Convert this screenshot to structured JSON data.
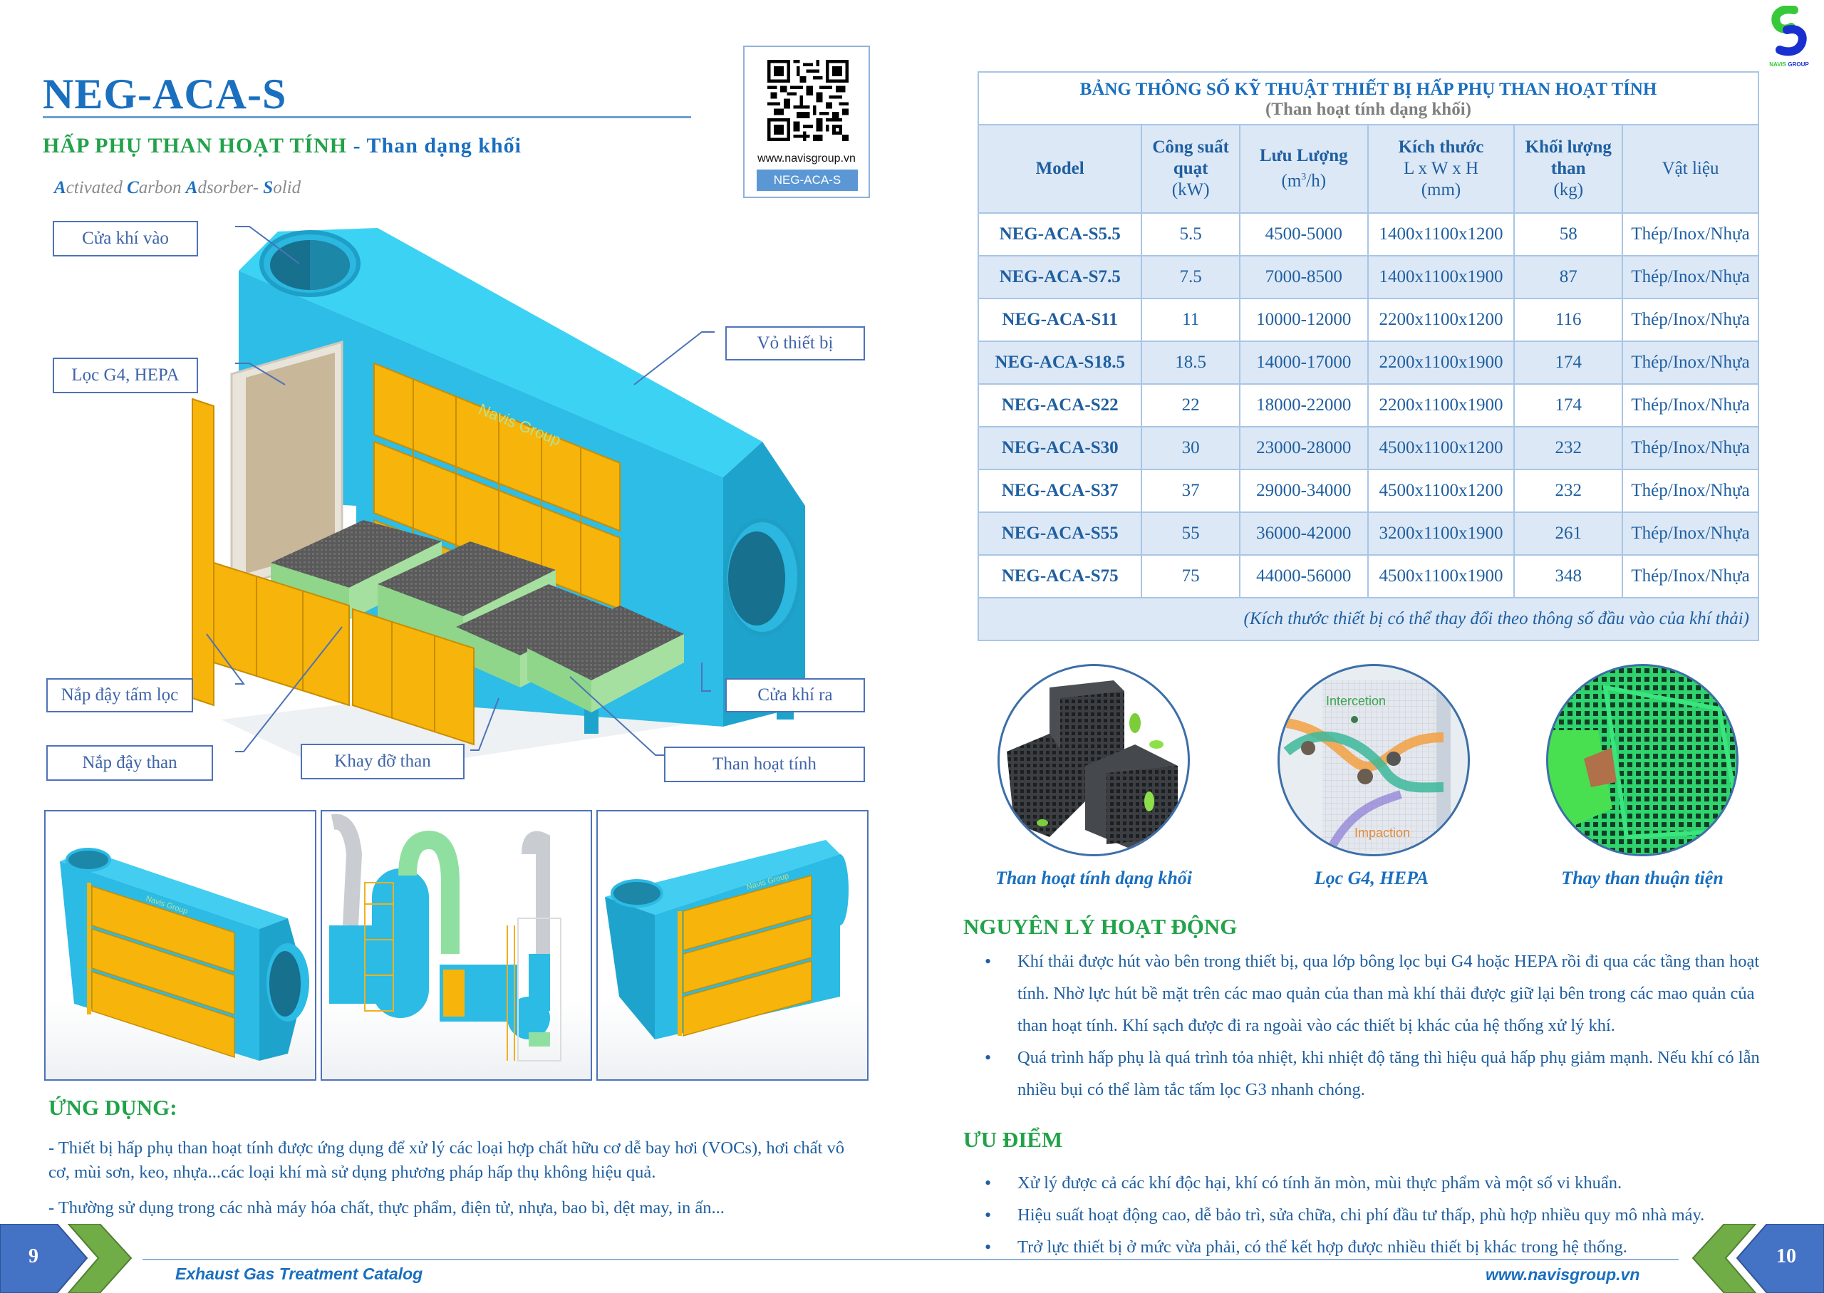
{
  "header": {
    "title": "NEG-ACA-S",
    "subtitle_green": "HẤP PHỤ THAN HOẠT TÍNH",
    "subtitle_sep": " - ",
    "subtitle_blue": "Than dạng khối",
    "english_name": [
      {
        "cap": "A",
        "rest": "ctivated "
      },
      {
        "cap": "C",
        "rest": "arbon "
      },
      {
        "cap": "A",
        "rest": "dsorber- "
      },
      {
        "cap": "S",
        "rest": "olid"
      }
    ]
  },
  "qr": {
    "url": "www.navisgroup.vn",
    "tag": "NEG-ACA-S"
  },
  "logo": {
    "word1": "NAVIS",
    "word2": "GROUP",
    "colors": {
      "green": "#37c93a",
      "blue": "#1a2fd0"
    }
  },
  "diagram": {
    "brand_text": "Navis Group",
    "callouts": {
      "inlet": "Cửa khí vào",
      "filter": "Lọc G4, HEPA",
      "housing": "Vỏ thiết bị",
      "filter_cover": "Nắp đậy tấm lọc",
      "outlet": "Cửa khí ra",
      "carbon_cover": "Nắp đậy than",
      "carbon_tray": "Khay đỡ than",
      "carbon": "Than hoạt tính"
    },
    "colors": {
      "body": "#33c3e8",
      "body_dark": "#1ea4cc",
      "panel": "#f7b40a",
      "tray": "#8fd68a",
      "carbon": "#5d5d5d",
      "callout_border": "#4e72b8"
    }
  },
  "spec_table": {
    "title": "BẢNG THÔNG SỐ KỸ THUẬT THIẾT BỊ HẤP PHỤ THAN HOẠT TÍNH",
    "subtitle": "(Than hoạt tính dạng khối)",
    "headers": {
      "model": "Model",
      "power_1": "Công suất",
      "power_2": "quạt",
      "power_unit": "(kW)",
      "flow_1": "Lưu Lượng",
      "flow_unit_pre": "(m",
      "flow_unit_sup": "3",
      "flow_unit_post": "/h)",
      "size_1": "Kích thước",
      "size_2": "L x W x H",
      "size_unit": "(mm)",
      "mass_1": "Khối lượng",
      "mass_2": "than",
      "mass_unit": "(kg)",
      "material": "Vật liệu"
    },
    "rows": [
      {
        "model": "NEG-ACA-S5.5",
        "power": "5.5",
        "flow": "4500-5000",
        "size": "1400x1100x1200",
        "mass": "58",
        "material": "Thép/Inox/Nhựa"
      },
      {
        "model": "NEG-ACA-S7.5",
        "power": "7.5",
        "flow": "7000-8500",
        "size": "1400x1100x1900",
        "mass": "87",
        "material": "Thép/Inox/Nhựa"
      },
      {
        "model": "NEG-ACA-S11",
        "power": "11",
        "flow": "10000-12000",
        "size": "2200x1100x1200",
        "mass": "116",
        "material": "Thép/Inox/Nhựa"
      },
      {
        "model": "NEG-ACA-S18.5",
        "power": "18.5",
        "flow": "14000-17000",
        "size": "2200x1100x1900",
        "mass": "174",
        "material": "Thép/Inox/Nhựa"
      },
      {
        "model": "NEG-ACA-S22",
        "power": "22",
        "flow": "18000-22000",
        "size": "2200x1100x1900",
        "mass": "174",
        "material": "Thép/Inox/Nhựa"
      },
      {
        "model": "NEG-ACA-S30",
        "power": "30",
        "flow": "23000-28000",
        "size": "4500x1100x1200",
        "mass": "232",
        "material": "Thép/Inox/Nhựa"
      },
      {
        "model": "NEG-ACA-S37",
        "power": "37",
        "flow": "29000-34000",
        "size": "4500x1100x1200",
        "mass": "232",
        "material": "Thép/Inox/Nhựa"
      },
      {
        "model": "NEG-ACA-S55",
        "power": "55",
        "flow": "36000-42000",
        "size": "3200x1100x1900",
        "mass": "261",
        "material": "Thép/Inox/Nhựa"
      },
      {
        "model": "NEG-ACA-S75",
        "power": "75",
        "flow": "44000-56000",
        "size": "4500x1100x1900",
        "mass": "348",
        "material": "Thép/Inox/Nhựa"
      }
    ],
    "note": "(Kích thước thiết bị có thể thay đổi theo thông số đầu vào của khí thải)"
  },
  "features": [
    {
      "caption": "Than hoạt tính dạng khối"
    },
    {
      "caption": "Lọc G4, HEPA",
      "label_top": "Intercetion",
      "label_bottom": "Impaction"
    },
    {
      "caption": "Thay than thuận tiện"
    }
  ],
  "principle": {
    "heading": "NGUYÊN LÝ HOẠT ĐỘNG",
    "items": [
      "Khí thải được hút vào bên trong thiết bị, qua lớp bông lọc bụi G4 hoặc HEPA rồi đi qua các tầng than hoạt tính. Nhờ lực hút bề mặt trên các mao quản của than mà khí thải được giữ lại bên trong các mao quản của than hoạt tính. Khí sạch được đi ra ngoài vào các thiết bị khác của hệ thống xử lý khí.",
      "Quá trình hấp phụ là quá trình tỏa nhiệt, khi nhiệt độ tăng thì hiệu quả hấp phụ giảm mạnh. Nếu khí có lẫn nhiều bụi có thể làm tắc tấm lọc G3 nhanh chóng."
    ]
  },
  "advantages": {
    "heading": "ƯU ĐIỂM",
    "items": [
      "Xử lý được cả các khí độc hại, khí có tính ăn mòn, mùi thực phẩm và một số vi khuẩn.",
      "Hiệu suất hoạt động cao, dễ bảo trì, sửa chữa, chi phí đầu tư thấp, phù hợp nhiều quy mô nhà máy.",
      "Trở lực thiết bị ở mức vừa phải, có thể kết hợp được nhiều thiết bị khác trong hệ thống."
    ]
  },
  "applications": {
    "heading": "ỨNG DỤNG:",
    "paragraphs": [
      "- Thiết bị hấp phụ than hoạt tính được ứng dụng để xử lý các loại hợp chất hữu cơ dễ bay hơi (VOCs), hơi chất vô cơ, mùi sơn, keo, nhựa...các loại khí mà sử dụng phương pháp hấp thụ không hiệu quả.",
      "- Thường sử dụng trong các nhà máy hóa chất, thực phẩm, điện tử, nhựa, bao bì, dệt may, in ấn..."
    ]
  },
  "footer": {
    "left_page": "9",
    "left_text": "Exhaust Gas Treatment Catalog",
    "right_page": "10",
    "right_text": "www.navisgroup.vn",
    "colors": {
      "blue": "#4472c4",
      "green": "#70ad47"
    }
  }
}
